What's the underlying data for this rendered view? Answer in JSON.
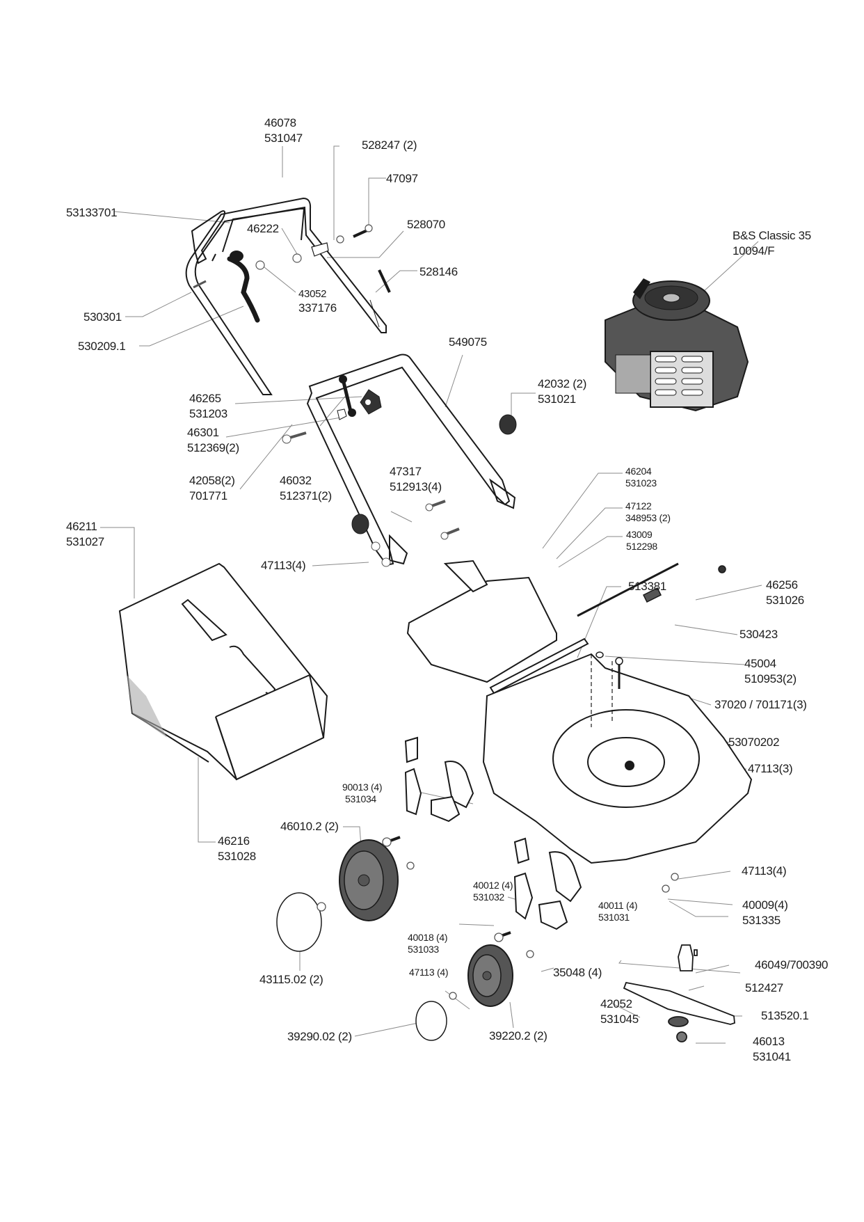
{
  "diagram": {
    "title": "Lawn mower exploded parts diagram",
    "colors": {
      "line": "#1a1a1a",
      "leader": "#8a8a8a",
      "fill_dark": "#4a4a4a",
      "fill_mid": "#6b6b6b",
      "background": "#ffffff"
    },
    "callouts": {
      "handle_upper": [
        "46078",
        "531047"
      ],
      "washer_528247": [
        "528247 (2)"
      ],
      "bolt_47097": [
        "47097"
      ],
      "handle_bar_53133701": [
        "53133701"
      ],
      "nut_46222": [
        "46222"
      ],
      "clip_528070": [
        "528070"
      ],
      "nut_43052": [
        "43052",
        "337176"
      ],
      "cable_528146": [
        "528146"
      ],
      "screw_530301": [
        "530301"
      ],
      "cable_530209": [
        "530209.1"
      ],
      "engine": [
        "B&S Classic 35",
        "10094/F"
      ],
      "lower_handle_549075": [
        "549075"
      ],
      "lever_46265": [
        "46265",
        "531203"
      ],
      "clip_46301": [
        "46301",
        "512369(2)"
      ],
      "bolt_42058": [
        "42058(2)",
        "701771"
      ],
      "knob_46032": [
        "46032",
        "512371(2)"
      ],
      "knob_42032": [
        "42032 (2)",
        "531021"
      ],
      "bolt_47317": [
        "47317",
        "512913(4)"
      ],
      "catcher_46211": [
        "46211",
        "531027"
      ],
      "nut_47113_4a": [
        "47113(4)"
      ],
      "flap_46204": [
        "46204",
        "531023"
      ],
      "spring_47122": [
        "47122",
        "348953 (2)"
      ],
      "pin_43009": [
        "43009",
        "512298"
      ],
      "rod_513381": [
        "513381"
      ],
      "clip_46256": [
        "46256",
        "531026"
      ],
      "spring_530423": [
        "530423"
      ],
      "cap_45004": [
        "45004",
        "510953(2)"
      ],
      "bolt_37020": [
        "37020 / 701171(3)"
      ],
      "deck_53070202": [
        "53070202"
      ],
      "nut_47113_3": [
        "47113(3)"
      ],
      "bracket_90013": [
        "90013 (4)",
        "531034"
      ],
      "wheel_46010": [
        "46010.2 (2)"
      ],
      "catcher_bag_46216": [
        "46216",
        "531028"
      ],
      "nut_47113_4b": [
        "47113(4)"
      ],
      "lever_40012": [
        "40012 (4)",
        "531032"
      ],
      "plate_40011": [
        "40011 (4)",
        "531031"
      ],
      "washer_40009": [
        "40009(4)",
        "531335"
      ],
      "bolt_40018": [
        "40018 (4)",
        "531033"
      ],
      "hubcap_43115": [
        "43115.02 (2)"
      ],
      "washer_35048": [
        "35048 (4)"
      ],
      "nut_47113_4c": [
        "47113 (4)"
      ],
      "key_46049": [
        "46049/700390"
      ],
      "adapter_512427": [
        "512427"
      ],
      "washer_42052": [
        "42052",
        "531045"
      ],
      "blade_513520": [
        "513520.1"
      ],
      "bolt_46013": [
        "46013",
        "531041"
      ],
      "hubcap_39290": [
        "39290.02 (2)"
      ],
      "wheel_39220": [
        "39220.2 (2)"
      ]
    }
  }
}
